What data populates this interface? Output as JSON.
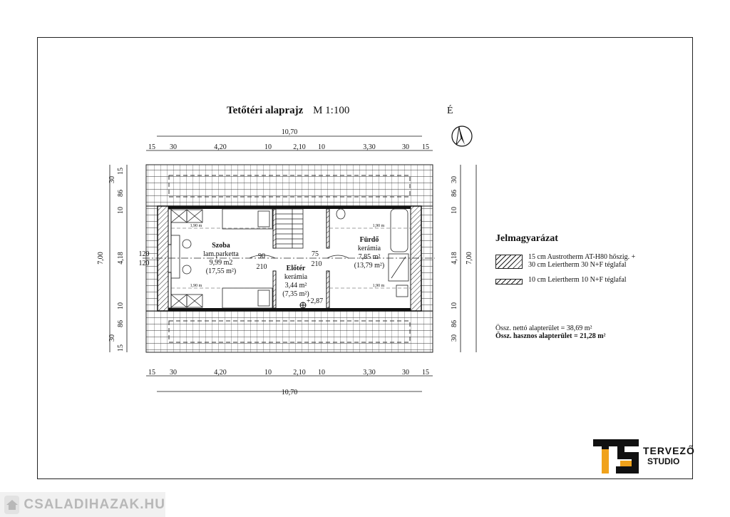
{
  "title": {
    "main": "Tetőtéri alaprajz",
    "scale": "M 1:100"
  },
  "north": "É",
  "dims": {
    "overall_width": "10,70",
    "chain": [
      "15",
      "30",
      "4,20",
      "10",
      "2,10",
      "10",
      "3,30",
      "30",
      "15"
    ],
    "overall_height": "7,00",
    "left_chain": [
      "15",
      "30",
      "86",
      "10",
      "4,18",
      "10",
      "86",
      "30",
      "15"
    ],
    "right_chain": [
      "30",
      "86",
      "10",
      "4,18",
      "10",
      "86",
      "30"
    ],
    "sill_left_a": "120",
    "sill_left_b": "120",
    "door_a": "90",
    "door_a2": "210",
    "door_b": "75",
    "door_b2": "210",
    "height_190": "1,90 m",
    "level": "+2,87"
  },
  "rooms": {
    "szoba": {
      "name": "Szoba",
      "floor": "lam.parketta",
      "net": "9,99 m2",
      "gross": "(17,55 m²)"
    },
    "furdo": {
      "name": "Fürdő",
      "floor": "kerámia",
      "net": "7,85 m²",
      "gross": "(13,79 m²)"
    },
    "eloter": {
      "name": "Előtér",
      "floor": "kerámia",
      "net": "3,44 m²",
      "gross": "(7,35 m²)"
    }
  },
  "legend": {
    "title": "Jelmagyarázat",
    "item1_line1": "15 cm Austrotherm AT-H80 hőszig. +",
    "item1_line2": "30 cm Leiertherm 30 N+F téglafal",
    "item2": "10 cm Leiertherm 10 N+F téglafal"
  },
  "areas": {
    "net": "Össz. nettó alapterület = 38,69 m²",
    "useful": "Össz. hasznos alapterület = 21,28 m²"
  },
  "logo": {
    "word1": "TERVEZŐ",
    "word2": "STUDIO"
  },
  "site": {
    "label": "CSALADIHAZAK.HU"
  }
}
